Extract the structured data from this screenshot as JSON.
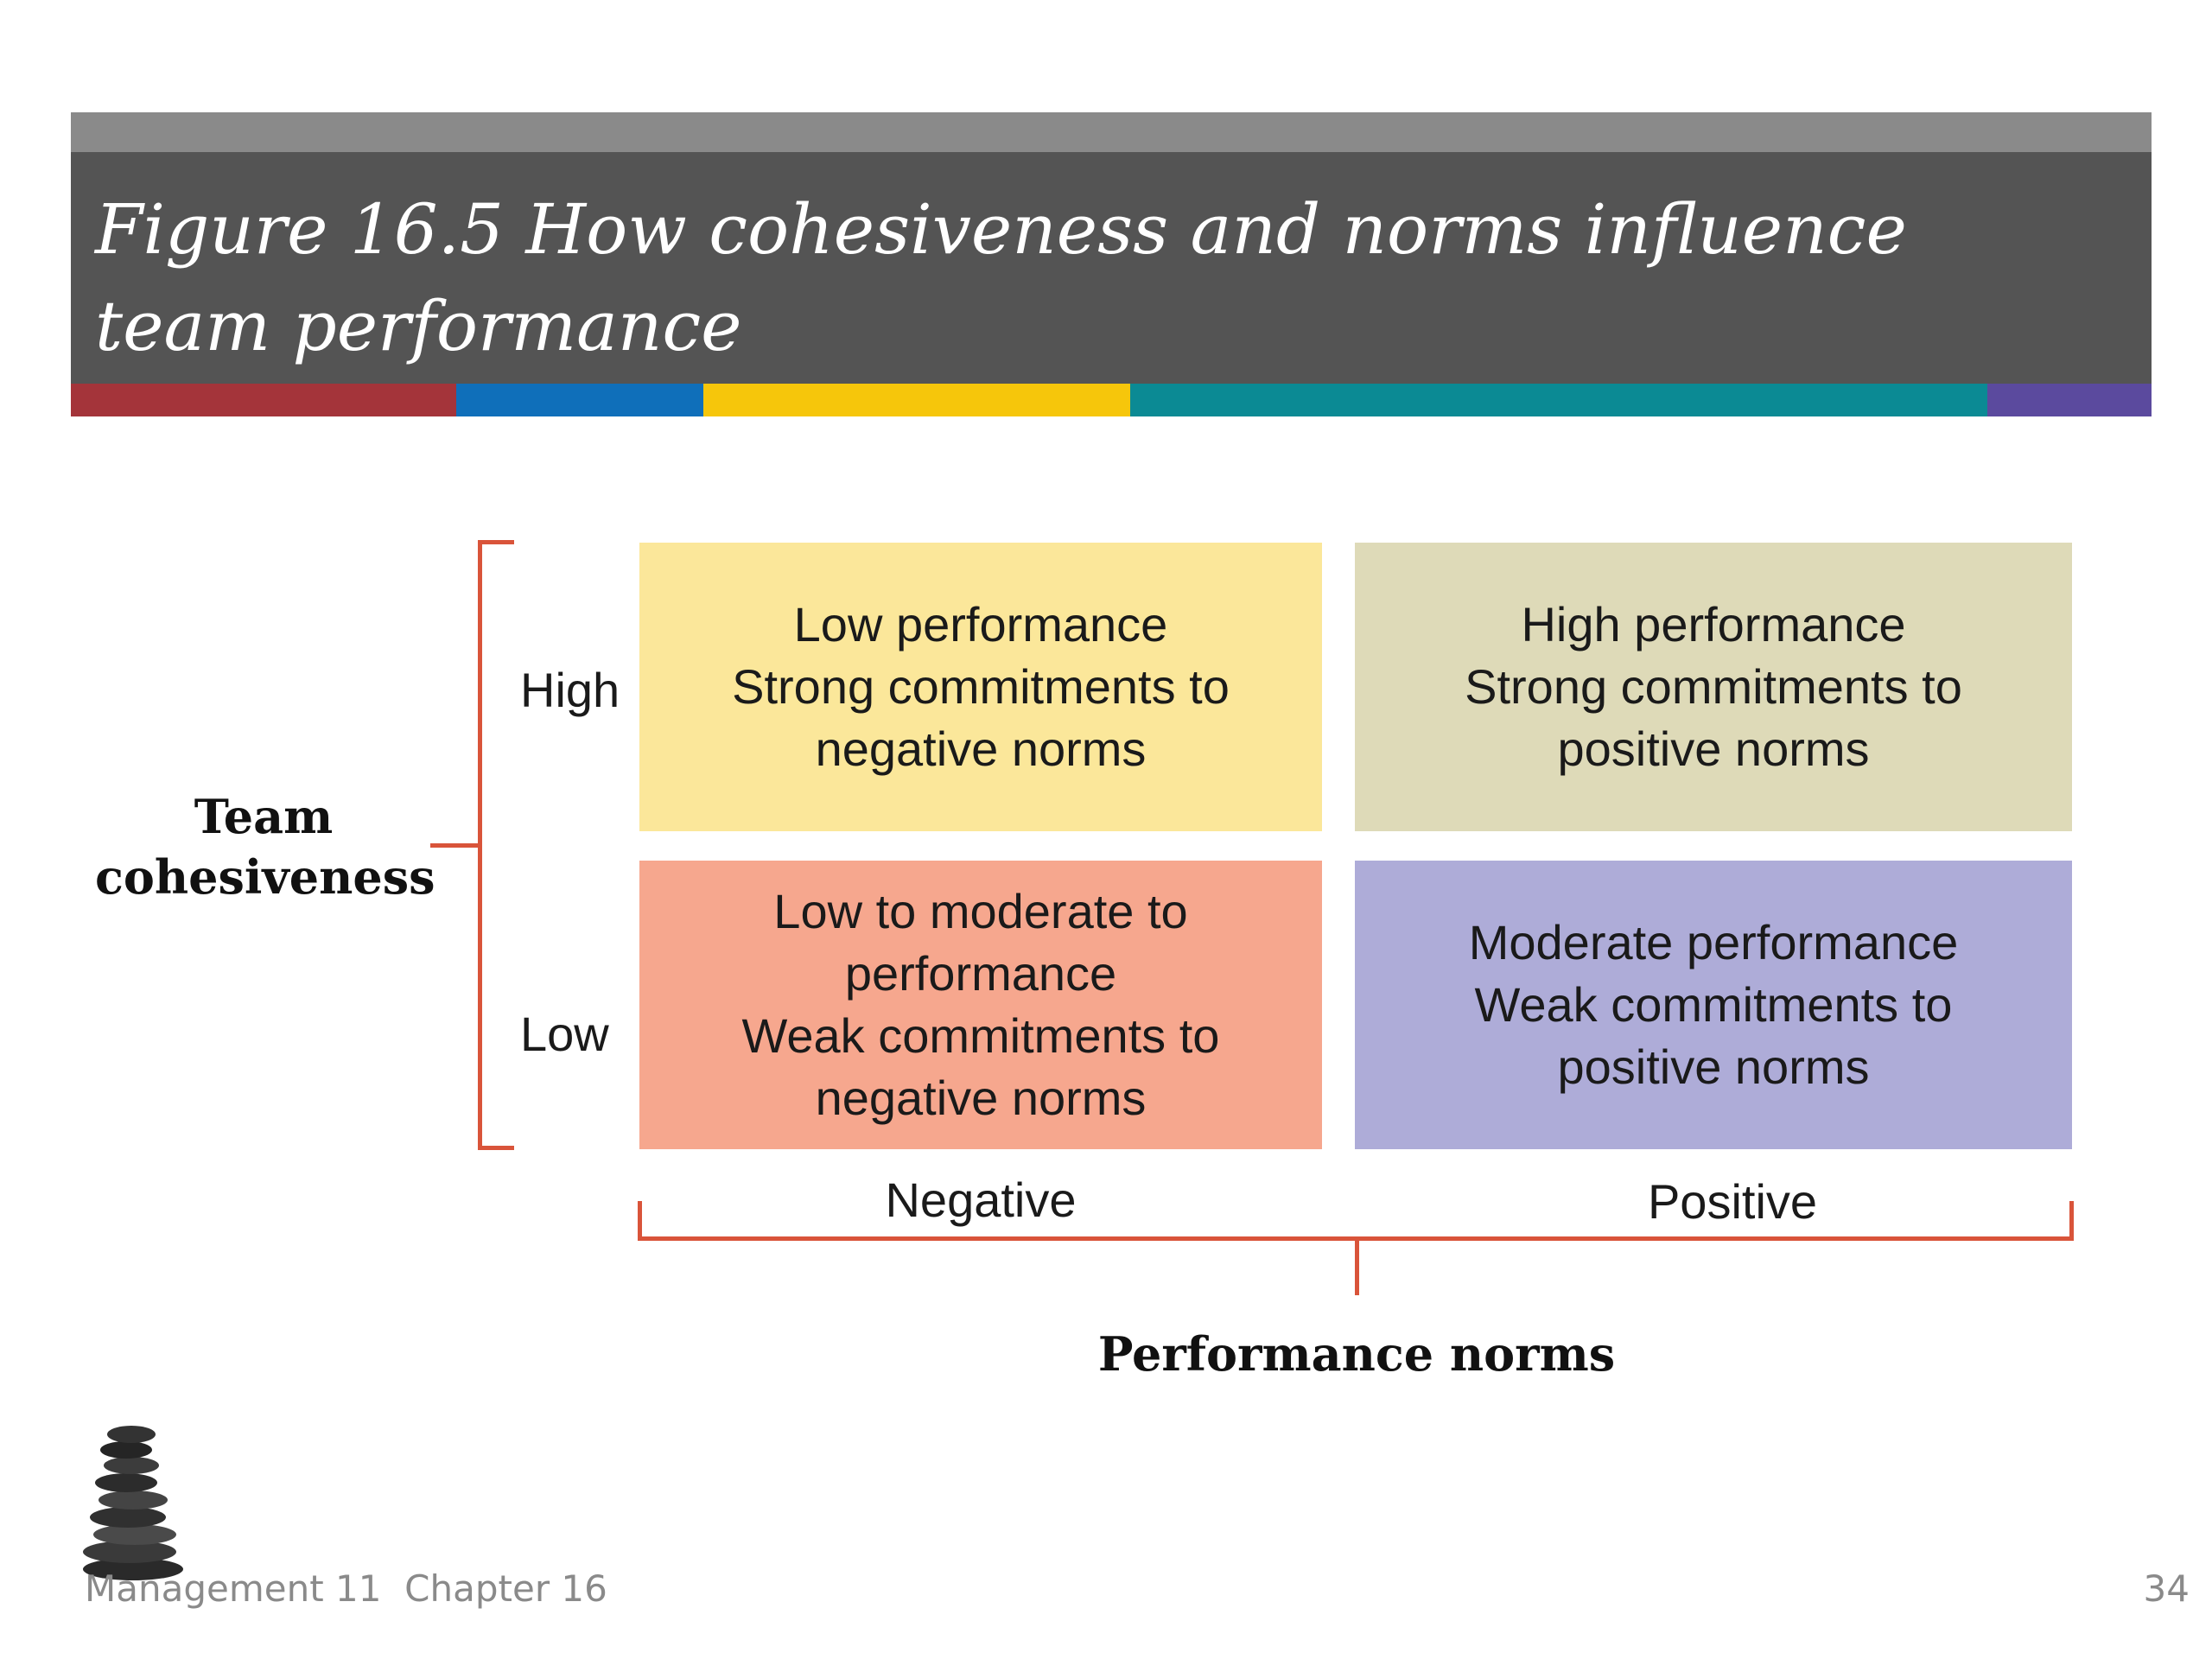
{
  "slide": {
    "title": "Figure 16.5 How cohesiveness and norms influence team performance",
    "accent_colors": [
      "#a4343a",
      "#0f6fba",
      "#f6c60b",
      "#0b8a94",
      "#5b4a9e"
    ],
    "footer_left": "Management 11  Chapter 16",
    "page_number": "34"
  },
  "diagram": {
    "y_axis_title": "Team\ncohesiveness",
    "x_axis_title": "Performance norms",
    "row_labels": {
      "high": "High",
      "low": "Low"
    },
    "col_labels": {
      "negative": "Negative",
      "positive": "Positive"
    },
    "cells": {
      "high_negative": "Low performance\nStrong commitments to\nnegative norms",
      "high_positive": "High performance\nStrong commitments to\npositive norms",
      "low_negative": "Low to moderate to performance\nWeak commitments to\nnegative norms",
      "low_positive": "Moderate performance\nWeak commitments to\npositive norms"
    },
    "cell_colors": {
      "high_negative": "#fbe79a",
      "high_positive": "#dedab8",
      "low_negative": "#f6a78e",
      "low_positive": "#aeacd8"
    },
    "bracket_color": "#d9543a"
  }
}
